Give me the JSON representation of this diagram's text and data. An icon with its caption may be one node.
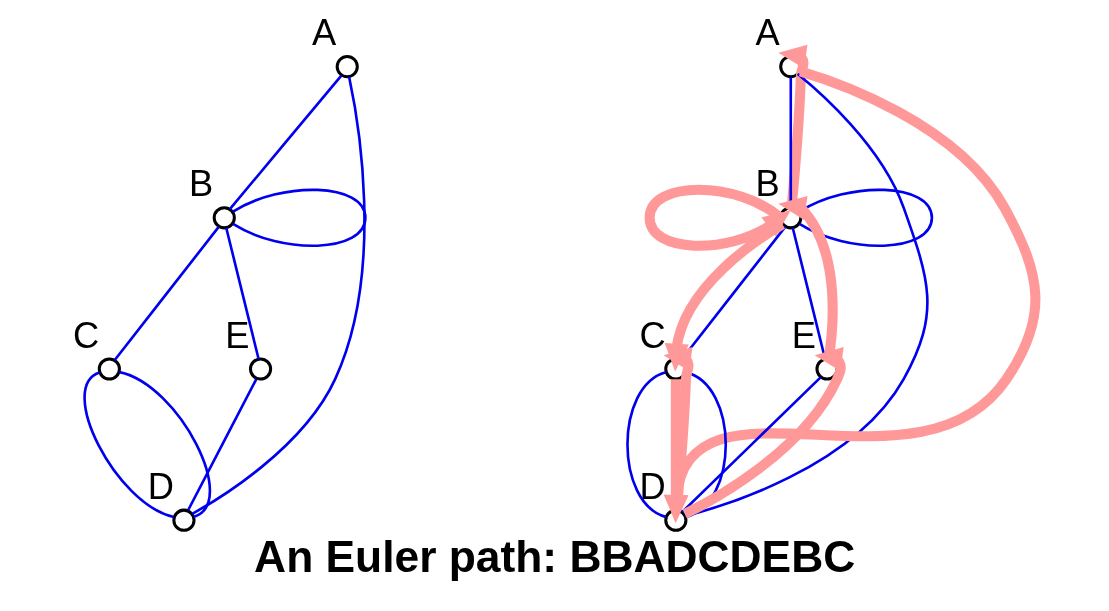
{
  "diagram": {
    "caption": "An Euler path: BBADCDEBC",
    "nodes": [
      {
        "text": [],
        "shape": "circle",
        "beside": [
          "B"
        ]
      },
      {
        "text": [],
        "shape": "circle",
        "beside": [
          "A"
        ]
      },
      {
        "text": [],
        "shape": "circle",
        "beside": [
          "C"
        ]
      },
      {
        "text": [],
        "shape": "circle",
        "beside": [
          "E"
        ]
      },
      {
        "text": [],
        "shape": "circle",
        "beside": [
          "D"
        ]
      },
      {
        "text": [],
        "shape": "circle",
        "beside": [
          "B"
        ]
      },
      {
        "text": [],
        "shape": "circle",
        "beside": [
          "A"
        ]
      },
      {
        "text": [],
        "shape": "circle",
        "beside": [
          "C"
        ]
      },
      {
        "text": [],
        "shape": "circle",
        "beside": [
          "E"
        ]
      },
      {
        "text": [],
        "shape": "circle",
        "beside": [
          "D"
        ]
      }
    ],
    "edges": [
      {
        "from": 0,
        "to": 0,
        "arrow": "none"
      },
      {
        "from": 1,
        "to": 0,
        "arrow": "none"
      },
      {
        "from": 0,
        "to": 2,
        "arrow": "none"
      },
      {
        "from": 0,
        "to": 3,
        "arrow": "none"
      },
      {
        "from": 1,
        "to": 4,
        "arrow": "none"
      },
      {
        "from": 2,
        "to": 4,
        "arrow": "none"
      },
      {
        "from": 2,
        "to": 4,
        "arrow": "none"
      },
      {
        "from": 3,
        "to": 4,
        "arrow": "none"
      },
      {
        "from": 5,
        "to": 5,
        "arrow": "none"
      },
      {
        "from": 6,
        "to": 5,
        "arrow": "none"
      },
      {
        "from": 5,
        "to": 7,
        "arrow": "none"
      },
      {
        "from": 5,
        "to": 8,
        "arrow": "none"
      },
      {
        "from": 6,
        "to": 9,
        "arrow": "none"
      },
      {
        "from": 7,
        "to": 9,
        "arrow": "none"
      },
      {
        "from": 7,
        "to": 9,
        "arrow": "none"
      },
      {
        "from": 8,
        "to": 9,
        "arrow": "none"
      },
      {
        "from": 5,
        "to": 5,
        "arrow": "to",
        "style": "thick",
        "color": "#ff9999"
      },
      {
        "from": 5,
        "to": 6,
        "arrow": "to",
        "style": "thick",
        "color": "#ff9999"
      },
      {
        "from": 6,
        "to": 9,
        "arrow": "to",
        "style": "thick",
        "color": "#ff9999"
      },
      {
        "from": 9,
        "to": 7,
        "arrow": "to",
        "style": "thick",
        "color": "#ff9999"
      },
      {
        "from": 7,
        "to": 9,
        "arrow": "to",
        "style": "thick",
        "color": "#ff9999"
      },
      {
        "from": 9,
        "to": 8,
        "arrow": "to",
        "style": "thick",
        "color": "#ff9999"
      },
      {
        "from": 8,
        "to": 5,
        "arrow": "to",
        "style": "thick",
        "color": "#ff9999"
      },
      {
        "from": 5,
        "to": 7,
        "arrow": "to",
        "style": "thick",
        "color": "#ff9999"
      }
    ]
  }
}
